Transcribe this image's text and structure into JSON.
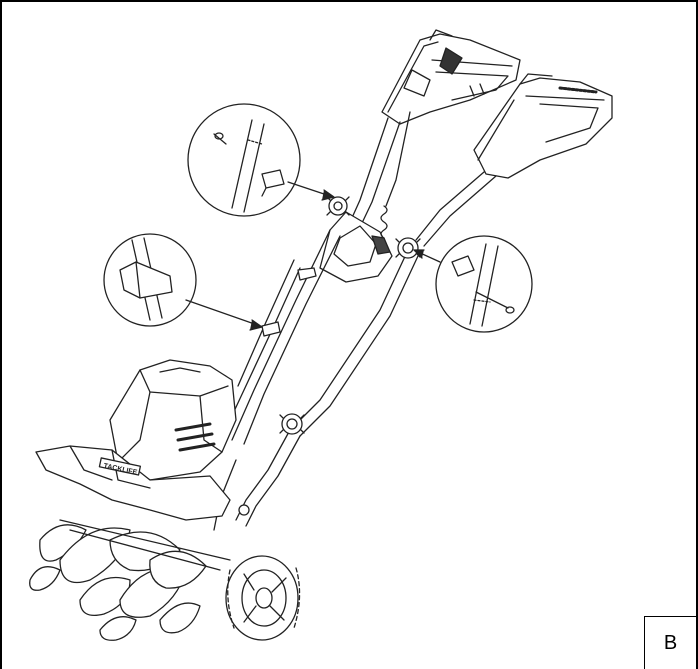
{
  "figure": {
    "label": "B",
    "brand_mark": "TACKLIFE",
    "callouts": [
      "pin-and-clip-detail-left",
      "cable-clip-detail",
      "pin-and-clip-detail-right"
    ]
  },
  "colors": {
    "line": "#222222",
    "background": "#ffffff"
  }
}
